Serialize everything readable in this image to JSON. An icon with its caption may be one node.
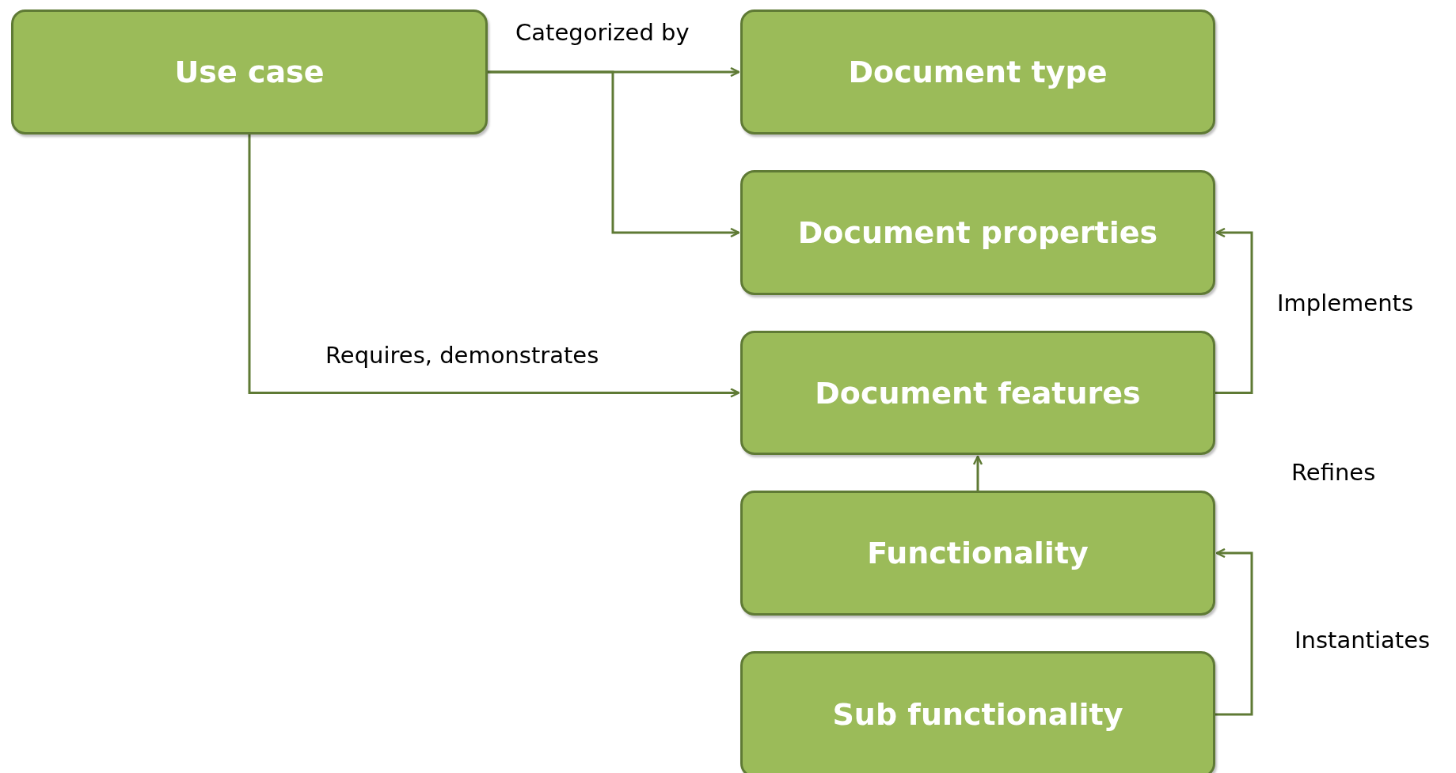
{
  "diagram": {
    "nodes": [
      {
        "text": [
          "Use case"
        ]
      },
      {
        "text": [
          "Document type"
        ]
      },
      {
        "text": [
          "Document properties"
        ]
      },
      {
        "text": [
          "Document features"
        ]
      },
      {
        "text": [
          "Functionality"
        ]
      },
      {
        "text": [
          "Sub functionality"
        ]
      }
    ],
    "edges": [
      {
        "from": 0,
        "to": 1,
        "arrow": "to",
        "label": "Categorized by"
      },
      {
        "from": 0,
        "to": 2,
        "arrow": "to"
      },
      {
        "from": 0,
        "to": 3,
        "arrow": "to",
        "label": "Requires, demonstrates"
      },
      {
        "from": 3,
        "to": 2,
        "arrow": "to",
        "label": "Implements"
      },
      {
        "from": 4,
        "to": 3,
        "arrow": "to"
      },
      {
        "from": 5,
        "to": 4,
        "arrow": "to",
        "label": "Instantiates"
      }
    ],
    "labels": [
      "Refines"
    ]
  }
}
